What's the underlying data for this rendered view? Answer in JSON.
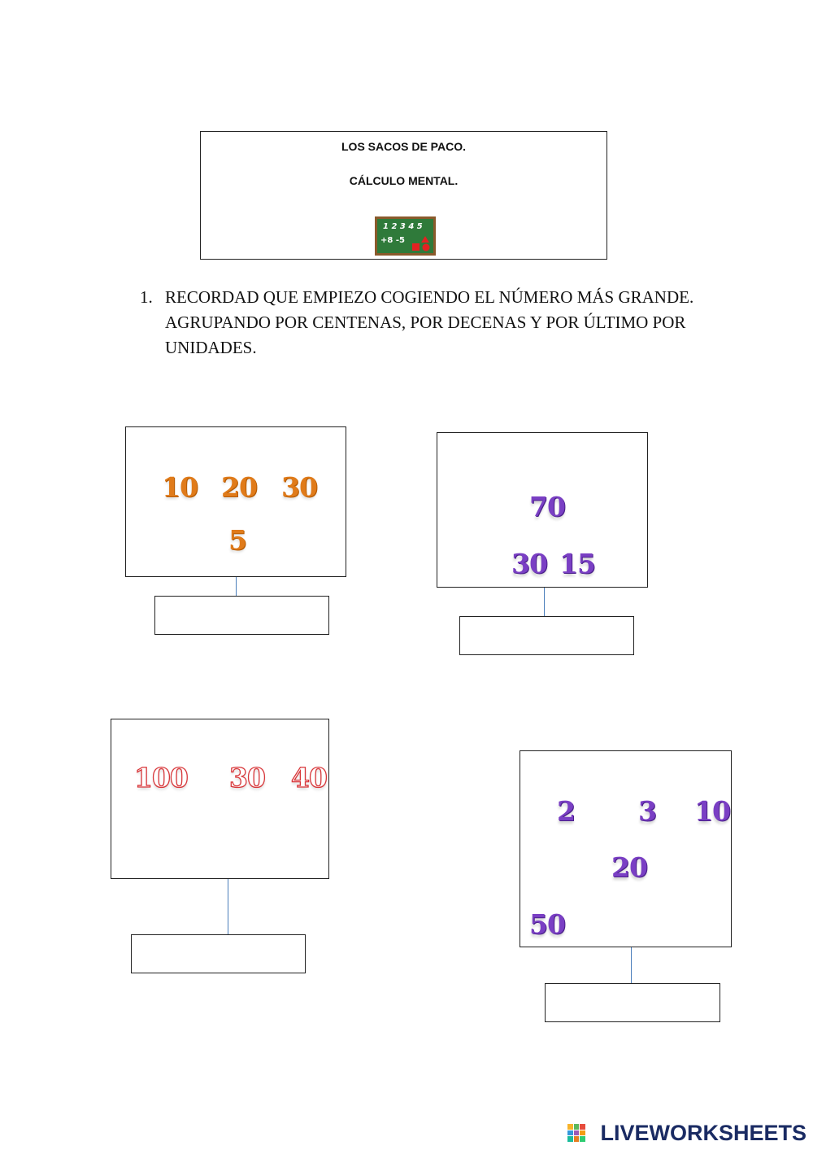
{
  "header": {
    "title": "LOS SACOS DE PACO.",
    "subtitle": "CÁLCULO MENTAL.",
    "board_digits": "1 2 3 4 5",
    "board_ops": "+8 -5"
  },
  "instruction": {
    "number": "1.",
    "text": "RECORDAD QUE EMPIEZO COGIENDO EL NÚMERO MÁS GRANDE. AGRUPANDO POR  CENTENAS, POR DECENAS Y POR ÚLTIMO POR UNIDADES."
  },
  "sacks": [
    {
      "numbers": [
        "10",
        "20",
        "30",
        "5"
      ],
      "color": "#e07b1a",
      "answer": ""
    },
    {
      "numbers": [
        "70",
        "30",
        "15"
      ],
      "color": "#7a3fc4",
      "answer": ""
    },
    {
      "numbers": [
        "100",
        "30",
        "40"
      ],
      "color": "#d8373a",
      "answer": ""
    },
    {
      "numbers": [
        "2",
        "3",
        "10",
        "20",
        "50"
      ],
      "color": "#7a3fc4",
      "answer": ""
    }
  ],
  "footer": {
    "brand": "LIVEWORKSHEETS"
  }
}
